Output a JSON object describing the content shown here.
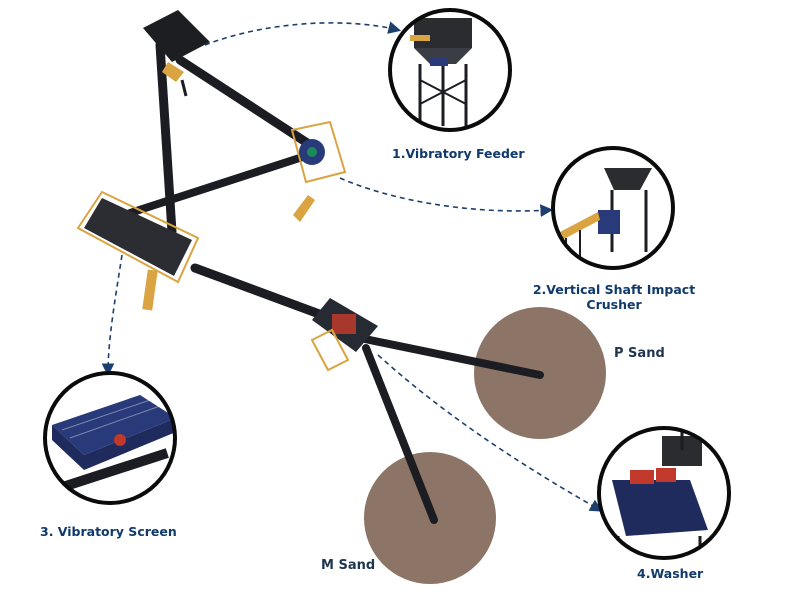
{
  "diagram": {
    "colors": {
      "label": "#0f3a6b",
      "dashed_arrow": "#1d3f6e",
      "conveyor": "#1b1d22",
      "stockpile": "#8c7466",
      "accent_orange": "#d9a441",
      "accent_red": "#c0392b",
      "equipment_blue": "#283a7a",
      "callout_ring": "#0b0b0b"
    },
    "equipment": [
      {
        "id": "feeder",
        "label": "1.Vibratory Feeder",
        "icon": "vibratory-feeder-icon"
      },
      {
        "id": "vsi",
        "label_line1": "2.Vertical Shaft Impact",
        "label_line2": "Crusher",
        "icon": "vsi-crusher-icon"
      },
      {
        "id": "screen",
        "label": "3. Vibratory Screen",
        "icon": "vibratory-screen-icon"
      },
      {
        "id": "washer",
        "label": "4.Washer",
        "icon": "sand-washer-icon"
      }
    ],
    "stockpiles": [
      {
        "id": "p_sand",
        "label": "P Sand"
      },
      {
        "id": "m_sand",
        "label": "M Sand"
      }
    ]
  }
}
